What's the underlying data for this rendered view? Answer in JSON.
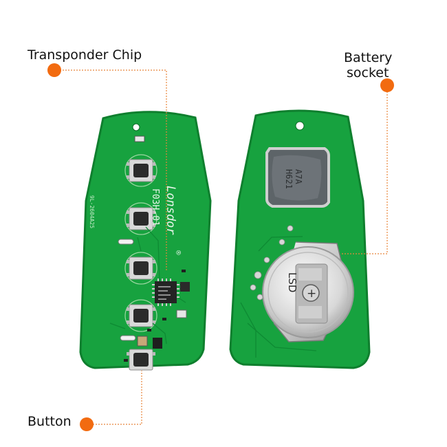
{
  "labels": {
    "transponder": "Transponder Chip",
    "battery_line1": "Battery",
    "battery_line2": "socket",
    "button": "Button"
  },
  "pcb_markings": {
    "brand": "Lonsdor",
    "registered": "®",
    "model": "F03H-01",
    "board_id": "9L-2604A25",
    "battery_text": "LSD",
    "plus": "+",
    "chip_a": "A7A",
    "chip_b": "H621"
  },
  "colors": {
    "accent_dot": "#f26b10",
    "leader_line": "#e8853a",
    "pcb_green": "#17a23f",
    "pcb_edge": "#0f7f2e"
  }
}
